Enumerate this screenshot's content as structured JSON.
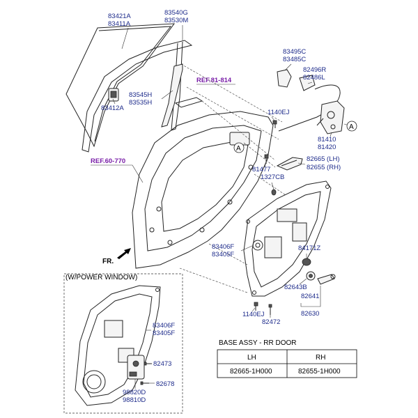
{
  "labels": {
    "glass": [
      "83421A",
      "83411A"
    ],
    "run_channel": [
      "83540G",
      "83530M"
    ],
    "glass_holder": "83412A",
    "channel_lower": [
      "83545H",
      "83535H"
    ],
    "ref_81_814": "REF.81-814",
    "ref_60_770": "REF.60-770",
    "latch_cover": [
      "83495C",
      "83485C"
    ],
    "rod": [
      "82496R",
      "82486L"
    ],
    "bolt_1140": "1140EJ",
    "latch": [
      "81410",
      "81420"
    ],
    "circle_a": "A",
    "screw_81477": "81477",
    "clip_1327": "1327CB",
    "inside_handle": [
      "82665 (LH)",
      "82655 (RH)"
    ],
    "module_panel": [
      "83406F",
      "83405F"
    ],
    "plug_84171": "84171Z",
    "fr_arrow": "FR.",
    "power_window_title": "(W/POWER WINDOW)",
    "pw_module_panel": [
      "83406F",
      "83405F"
    ],
    "pw_82473": "82473",
    "pw_motor": [
      "98820D",
      "98810D"
    ],
    "pw_82678": "82678",
    "bushing_82643": "82643B",
    "handle_82641": "82641",
    "handle_82630": "82630",
    "bottom_1140": "1140EJ",
    "bottom_82472": "82472"
  },
  "table": {
    "title": "BASE ASSY - RR DOOR",
    "headers": [
      "LH",
      "RH"
    ],
    "rows": [
      [
        "82665-1H000",
        "82655-1H000"
      ]
    ]
  }
}
